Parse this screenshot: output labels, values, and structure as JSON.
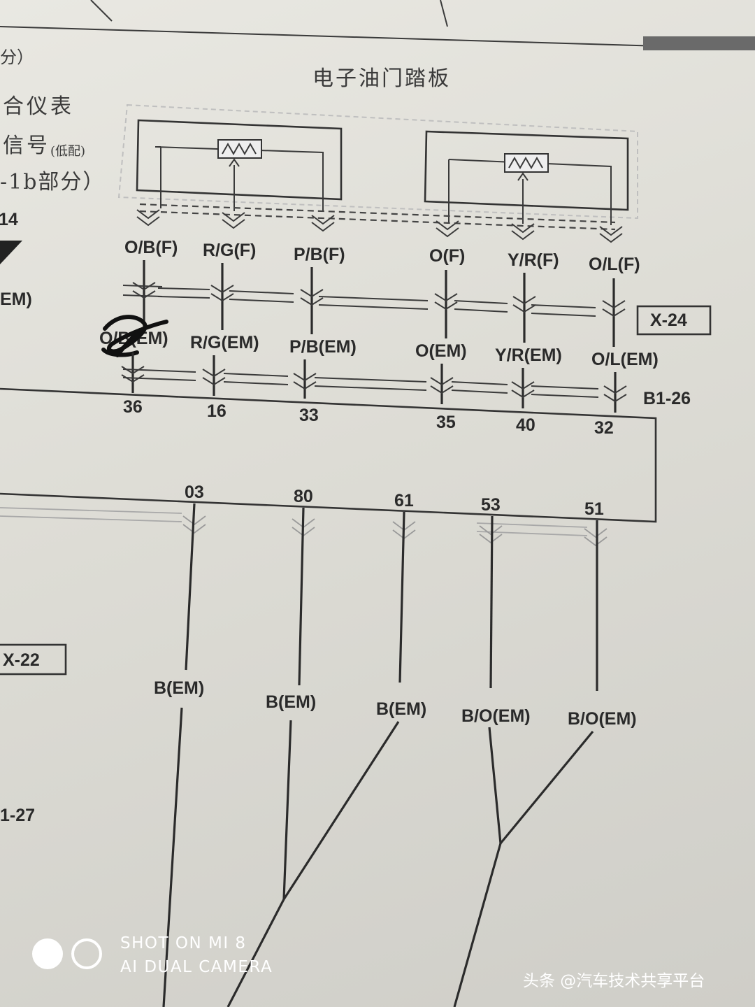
{
  "title": "电子油门踏板",
  "left_partial": {
    "line1": "分）",
    "line2": "合仪表",
    "line3_main": "信号",
    "line3_small": "(低配)",
    "line4": "-1b部分）",
    "circle": "14",
    "em": "EM)"
  },
  "connectors": {
    "x24": "X-24",
    "x22": "X-22",
    "b126": "B1-26",
    "b127": "1-27"
  },
  "f_wires": [
    "O/B(F)",
    "R/G(F)",
    "P/B(F)",
    "O(F)",
    "Y/R(F)",
    "O/L(F)"
  ],
  "em_wires": [
    "O/B(EM)",
    "R/G(EM)",
    "P/B(EM)",
    "O(EM)",
    "Y/R(EM)",
    "O/L(EM)"
  ],
  "upper_pins": [
    "36",
    "16",
    "33",
    "35",
    "40",
    "32"
  ],
  "lower_pins": [
    "03",
    "80",
    "61",
    "53",
    "51"
  ],
  "ground_wires": [
    "B(EM)",
    "B(EM)",
    "B(EM)",
    "B/O(EM)",
    "B/O(EM)"
  ],
  "watermark": {
    "camera_line1": "SHOT ON MI 8",
    "camera_line2": "AI DUAL CAMERA",
    "source": "头条 @汽车技术共享平台"
  }
}
